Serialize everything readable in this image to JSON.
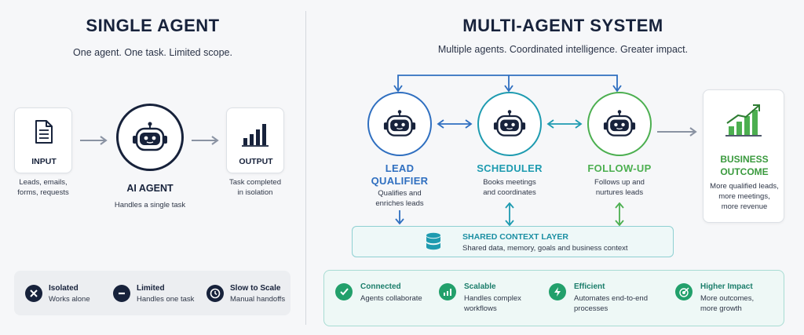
{
  "single": {
    "title": "SINGLE AGENT",
    "subtitle": "One agent. One task. Limited scope.",
    "input": {
      "label": "INPUT",
      "desc_lines": [
        "Leads, emails,",
        "forms, requests"
      ]
    },
    "agent": {
      "label": "AI AGENT",
      "desc": "Handles a single task"
    },
    "output": {
      "label": "OUTPUT",
      "desc_lines": [
        "Task completed",
        "in isolation"
      ]
    },
    "limits": [
      {
        "title": "Isolated",
        "desc": "Works alone",
        "icon": "x-icon"
      },
      {
        "title": "Limited",
        "desc": "Handles one task",
        "icon": "minus-icon"
      },
      {
        "title": "Slow to Scale",
        "desc": "Manual handoffs",
        "icon": "clock-icon"
      }
    ]
  },
  "multi": {
    "title": "MULTI-AGENT SYSTEM",
    "subtitle": "Multiple agents. Coordinated intelligence. Greater impact.",
    "agents": [
      {
        "title_lines": [
          "LEAD",
          "QUALIFIER"
        ],
        "desc_lines": [
          "Qualifies and",
          "enriches leads"
        ],
        "color": "#2f6fc0"
      },
      {
        "title_lines": [
          "SCHEDULER"
        ],
        "desc_lines": [
          "Books meetings",
          "and coordinates"
        ],
        "color": "#1e9bb0"
      },
      {
        "title_lines": [
          "FOLLOW-UP"
        ],
        "desc_lines": [
          "Follows up and",
          "nurtures leads"
        ],
        "color": "#4caf50"
      }
    ],
    "outcome": {
      "title_lines": [
        "BUSINESS",
        "OUTCOME"
      ],
      "desc_lines": [
        "More qualified leads,",
        "more meetings,",
        "more revenue"
      ]
    },
    "shared": {
      "title": "SHARED CONTEXT LAYER",
      "desc": "Shared data, memory, goals and business context"
    },
    "benefits": [
      {
        "title": "Connected",
        "desc_lines": [
          "Agents collaborate"
        ],
        "icon": "check-icon"
      },
      {
        "title": "Scalable",
        "desc_lines": [
          "Handles complex",
          "workflows"
        ],
        "icon": "chart-icon"
      },
      {
        "title": "Efficient",
        "desc_lines": [
          "Automates end-to-end",
          "processes"
        ],
        "icon": "bolt-icon"
      },
      {
        "title": "Higher Impact",
        "desc_lines": [
          "More outcomes,",
          "more growth"
        ],
        "icon": "target-icon"
      }
    ]
  },
  "colors": {
    "navy": "#17223b",
    "blue": "#2f6fc0",
    "teal": "#1e9bb0",
    "green": "#4caf50",
    "benefit_green": "#22a06b"
  }
}
